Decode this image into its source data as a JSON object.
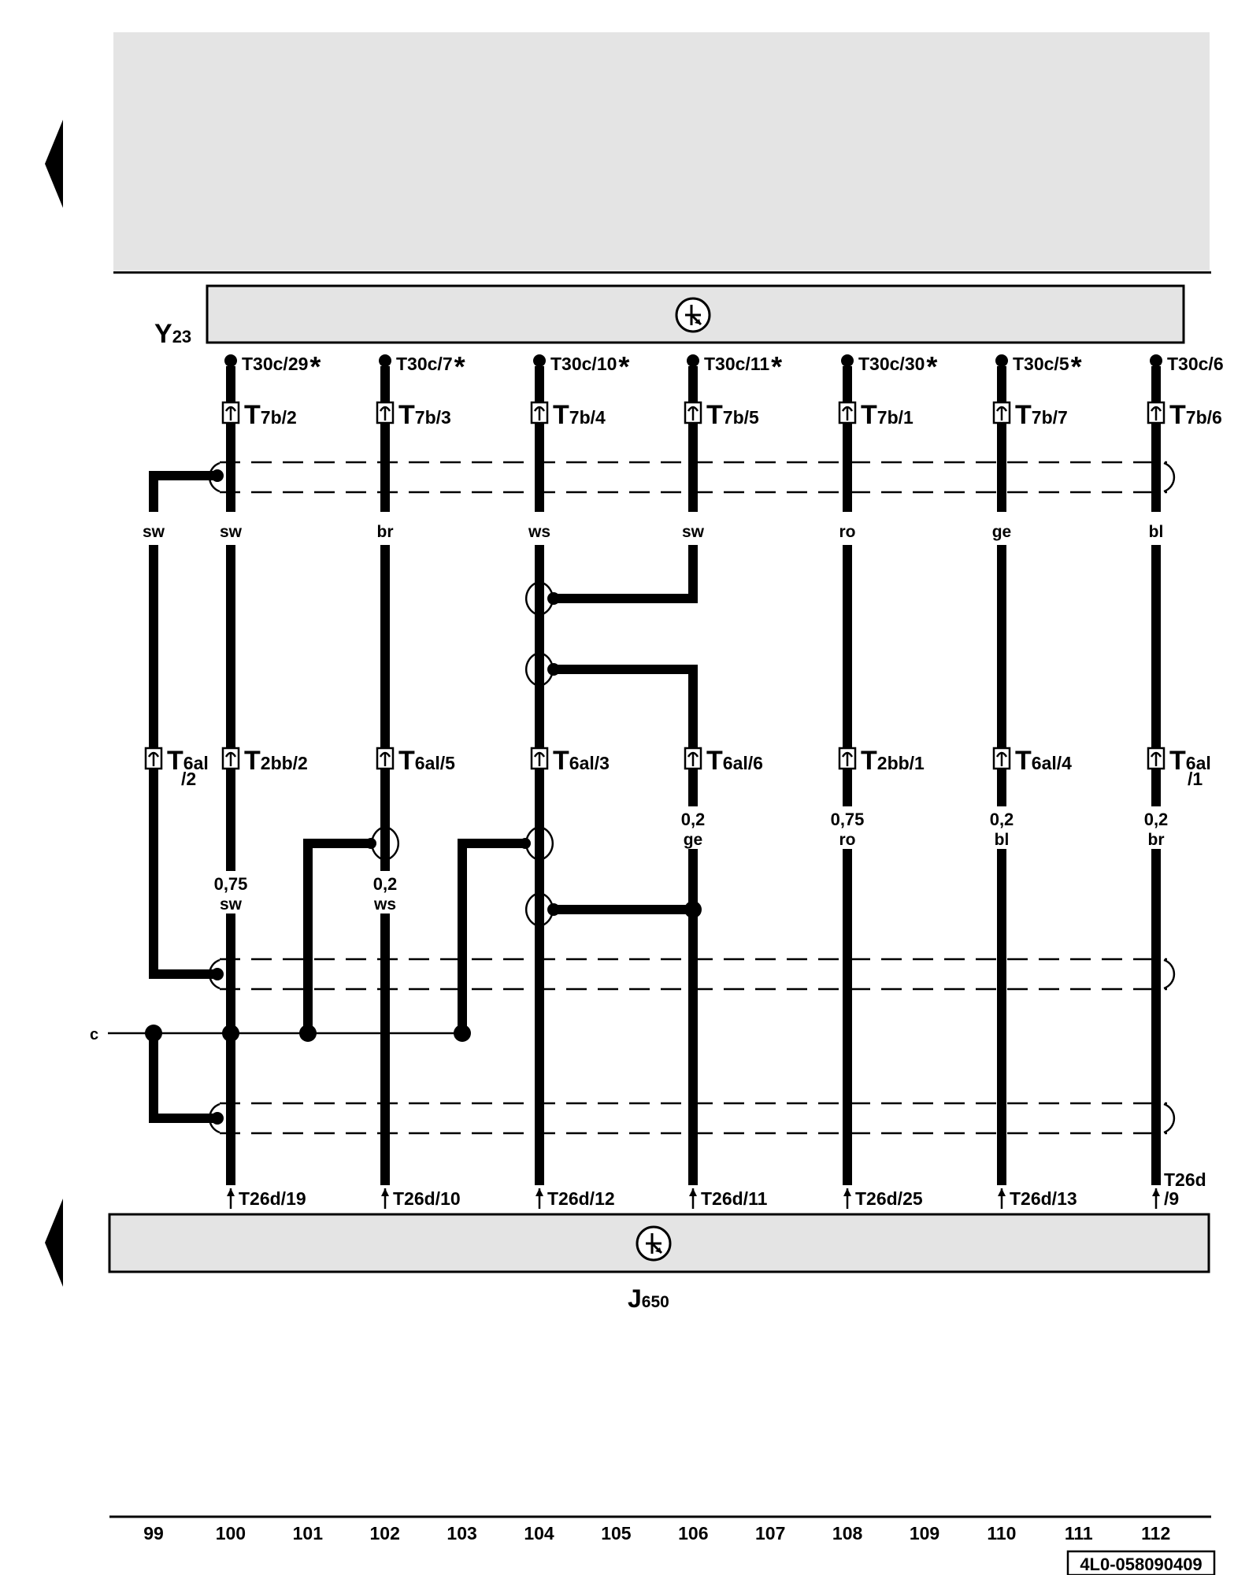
{
  "components": {
    "top": {
      "id": "Y",
      "sub": "23"
    },
    "bottom": {
      "id": "J",
      "sub": "650"
    }
  },
  "wires": [
    {
      "pin_top": "T30c/29",
      "star": true,
      "conn_top_main": "T",
      "conn_top_sub": "7b/2",
      "color_top": "sw",
      "conn_mid_main": "T",
      "conn_mid_sub": "2bb/2",
      "conn_mid_sub2": "",
      "size": "0,75",
      "color_bottom": "sw",
      "pin_bottom": "T26d/19",
      "pin_bottom2": ""
    },
    {
      "pin_top": "T30c/7",
      "star": true,
      "conn_top_main": "T",
      "conn_top_sub": "7b/3",
      "color_top": "br",
      "conn_mid_main": "T",
      "conn_mid_sub": "6al/5",
      "conn_mid_sub2": "",
      "size": "0,2",
      "color_bottom": "ws",
      "pin_bottom": "T26d/10",
      "pin_bottom2": ""
    },
    {
      "pin_top": "T30c/10",
      "star": true,
      "conn_top_main": "T",
      "conn_top_sub": "7b/4",
      "color_top": "ws",
      "conn_mid_main": "T",
      "conn_mid_sub": "6al/3",
      "conn_mid_sub2": "",
      "size": "",
      "color_bottom": "",
      "pin_bottom": "T26d/12",
      "pin_bottom2": ""
    },
    {
      "pin_top": "T30c/11",
      "star": true,
      "conn_top_main": "T",
      "conn_top_sub": "7b/5",
      "color_top": "sw",
      "conn_mid_main": "T",
      "conn_mid_sub": "6al/6",
      "conn_mid_sub2": "",
      "size": "0,2",
      "color_bottom": "ge",
      "pin_bottom": "T26d/11",
      "pin_bottom2": ""
    },
    {
      "pin_top": "T30c/30",
      "star": true,
      "conn_top_main": "T",
      "conn_top_sub": "7b/1",
      "color_top": "ro",
      "conn_mid_main": "T",
      "conn_mid_sub": "2bb/1",
      "conn_mid_sub2": "",
      "size": "0,75",
      "color_bottom": "ro",
      "pin_bottom": "T26d/25",
      "pin_bottom2": ""
    },
    {
      "pin_top": "T30c/5",
      "star": true,
      "conn_top_main": "T",
      "conn_top_sub": "7b/7",
      "color_top": "ge",
      "conn_mid_main": "T",
      "conn_mid_sub": "6al/4",
      "conn_mid_sub2": "",
      "size": "0,2",
      "color_bottom": "bl",
      "pin_bottom": "T26d/13",
      "pin_bottom2": ""
    },
    {
      "pin_top": "T30c/6",
      "star": false,
      "conn_top_main": "T",
      "conn_top_sub": "7b/6",
      "color_top": "bl",
      "conn_mid_main": "T",
      "conn_mid_sub": "6al",
      "conn_mid_sub2": "/1",
      "size": "0,2",
      "color_bottom": "br",
      "pin_bottom": "T26d",
      "pin_bottom2": "/9"
    }
  ],
  "shield_wire": {
    "color": "sw",
    "conn_main": "T",
    "conn_sub": "6al",
    "conn_sub2": "/2"
  },
  "ground_label": "c",
  "star_symbol": "*",
  "track_numbers": [
    "99",
    "100",
    "101",
    "102",
    "103",
    "104",
    "105",
    "106",
    "107",
    "108",
    "109",
    "110",
    "111",
    "112"
  ],
  "doc_number": "4L0-058090409",
  "colors": {
    "panel": "#e4e4e4",
    "line": "#000000"
  }
}
